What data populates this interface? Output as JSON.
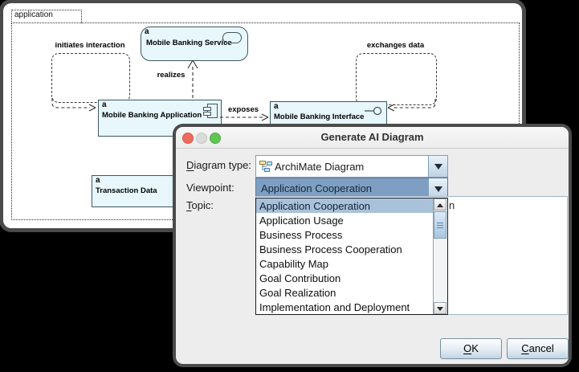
{
  "canvas": {
    "group_label": "application",
    "nodes": {
      "service": {
        "marker": "a",
        "label": "Mobile Banking Service"
      },
      "application": {
        "marker": "a",
        "label": "Mobile Banking Application"
      },
      "interface": {
        "marker": "a",
        "label": "Mobile Banking Interface"
      },
      "transaction_data": {
        "marker": "a",
        "label": "Transaction Data"
      }
    },
    "edges": {
      "initiates": {
        "label": "initiates interaction"
      },
      "realizes": {
        "label": "realizes"
      },
      "exposes": {
        "label": "exposes"
      },
      "exchanges": {
        "label": "exchanges data"
      }
    }
  },
  "dialog": {
    "title": "Generate AI Diagram",
    "fields": {
      "diagram_type": {
        "label_mn": "D",
        "label_rest": "iagram type:",
        "value": "ArchiMate Diagram",
        "icon": "archimate-diagram-icon"
      },
      "viewpoint": {
        "label": "Viewpoint:",
        "value": "Application Cooperation"
      },
      "topic": {
        "label_mn": "T",
        "label_rest": "opic:",
        "visible_text_fragment": "n"
      }
    },
    "viewpoint_options": [
      "Application Cooperation",
      "Application Usage",
      "Business Process",
      "Business Process Cooperation",
      "Capability Map",
      "Goal Contribution",
      "Goal Realization",
      "Implementation and Deployment"
    ],
    "viewpoint_selected": "Application Cooperation",
    "buttons": {
      "ok_mn": "O",
      "ok_rest": "K",
      "cancel_mn": "C",
      "cancel_rest": "ancel"
    }
  },
  "colors": {
    "node_fill": "#E7F7FC",
    "node_border": "#3E5762",
    "dialog_bg": "#EDEDED",
    "combo_border": "#7F9DB9",
    "viewpoint_combo_selected_bg": "#7E9FC1",
    "list_selected_bg": "#A9C2DA",
    "traffic_red": "#EE6A5E",
    "traffic_gray": "#DBDBDB",
    "traffic_green": "#61C554"
  }
}
